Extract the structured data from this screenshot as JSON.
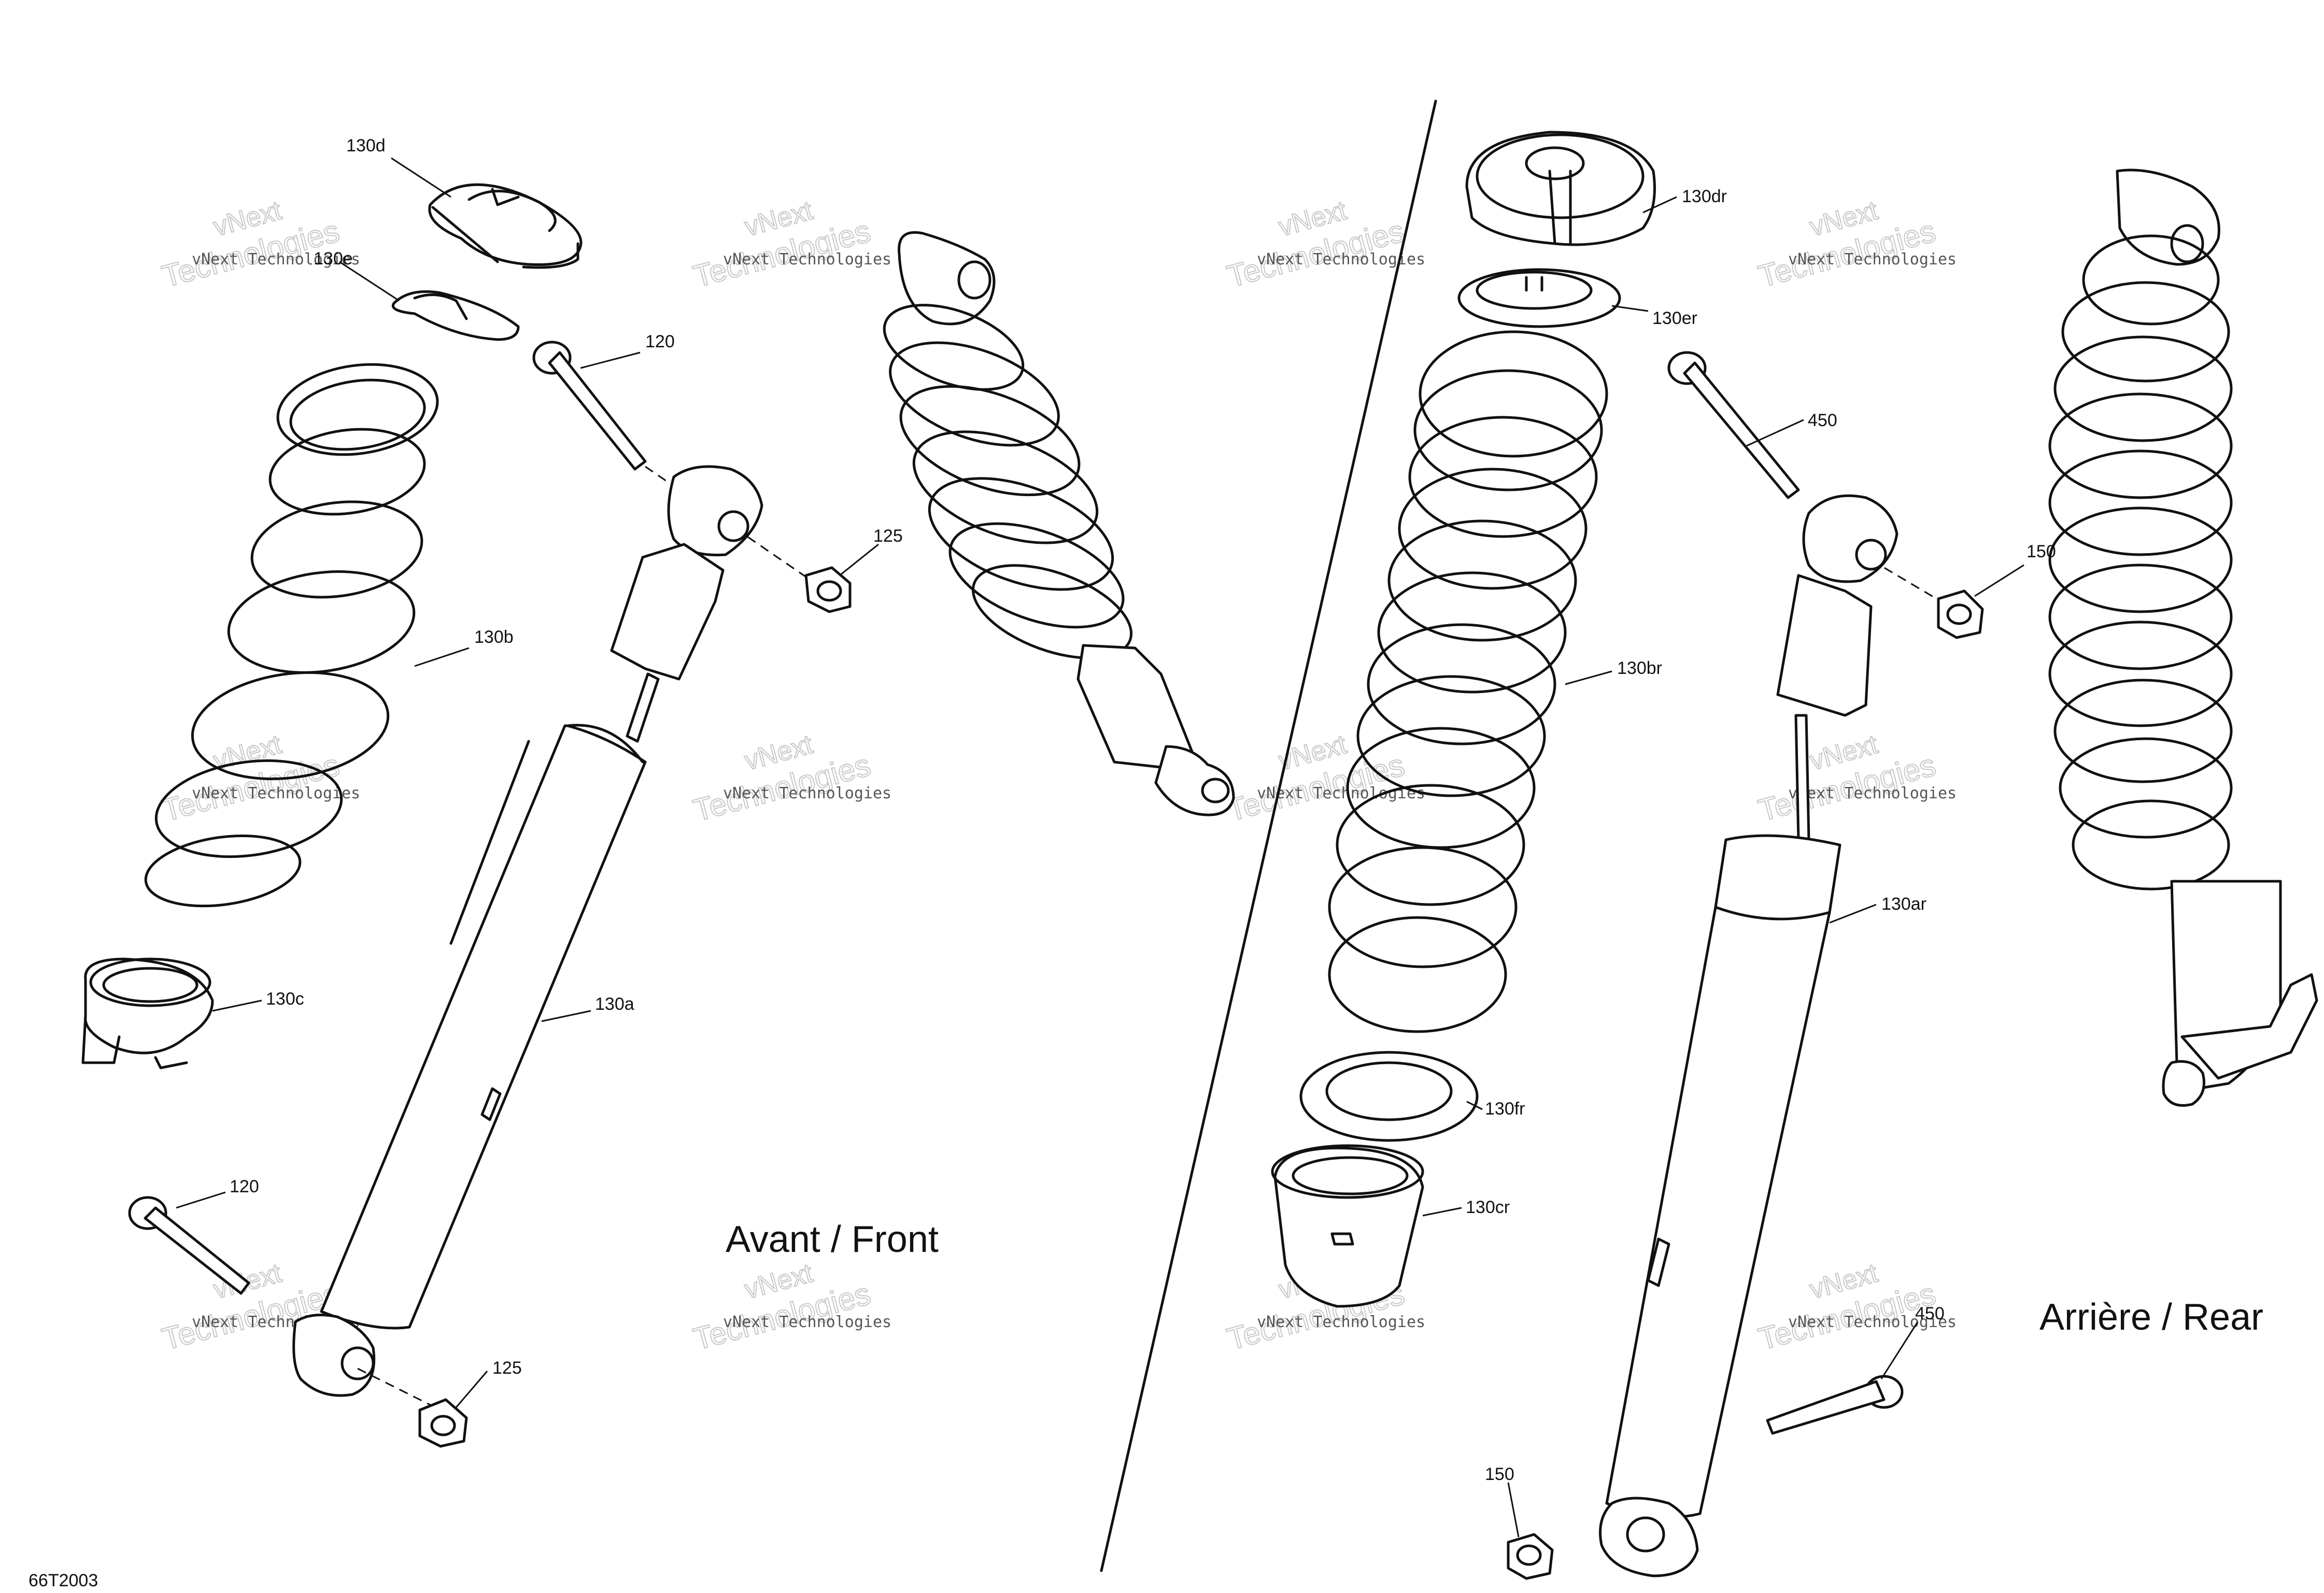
{
  "panels": {
    "front_title": "Avant / Front",
    "rear_title": "Arrière / Rear"
  },
  "part_labels": {
    "front_spring_seat_top": "130d",
    "front_spring_seat_upper": "130e",
    "front_bolt_top": "120",
    "front_nut_top": "125",
    "front_spring": "130b",
    "front_spring_seat_lower": "130c",
    "front_shock_body": "130a",
    "front_bolt_bottom": "120",
    "front_nut_bottom": "125",
    "rear_spring_seat_top": "130dr",
    "rear_spring_seat_upper": "130er",
    "rear_bolt_top": "450",
    "rear_nut_top": "150",
    "rear_spring": "130br",
    "rear_shock_body": "130ar",
    "rear_spring_seat_ring": "130fr",
    "rear_spring_seat_lower": "130cr",
    "rear_bolt_bottom": "450",
    "rear_nut_bottom": "150"
  },
  "drawing_number": "66T2003",
  "watermark": {
    "line1": "vNext Technologies",
    "line2": "vNext",
    "line3": "Technologies"
  }
}
